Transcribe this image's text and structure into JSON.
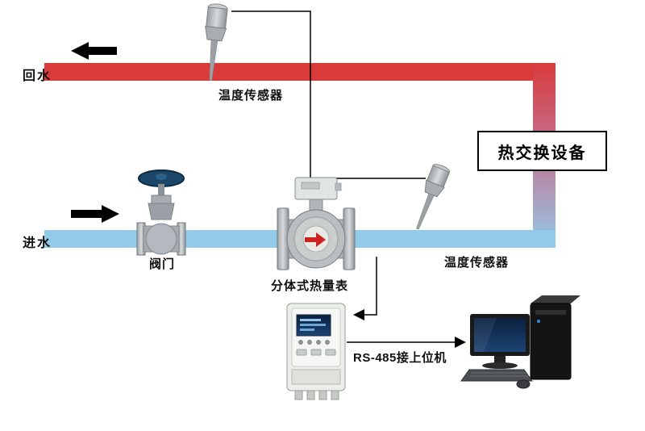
{
  "diagram": {
    "pipes": {
      "return_label": "回水",
      "inlet_label": "进水"
    },
    "components": {
      "temp_sensor_top_label": "温度传感器",
      "temp_sensor_right_label": "温度传感器",
      "valve_label": "阀门",
      "heat_meter_label": "分体式热量表",
      "heat_exchanger_label": "热交换设备",
      "rs485_label": "RS-485接上位机"
    },
    "colors": {
      "return_pipe": "#d93a3a",
      "inlet_pipe": "#92cbe9",
      "wire": "#000000",
      "valve_wheel": "#1b4668",
      "meter_arrow": "#cc2222"
    }
  }
}
